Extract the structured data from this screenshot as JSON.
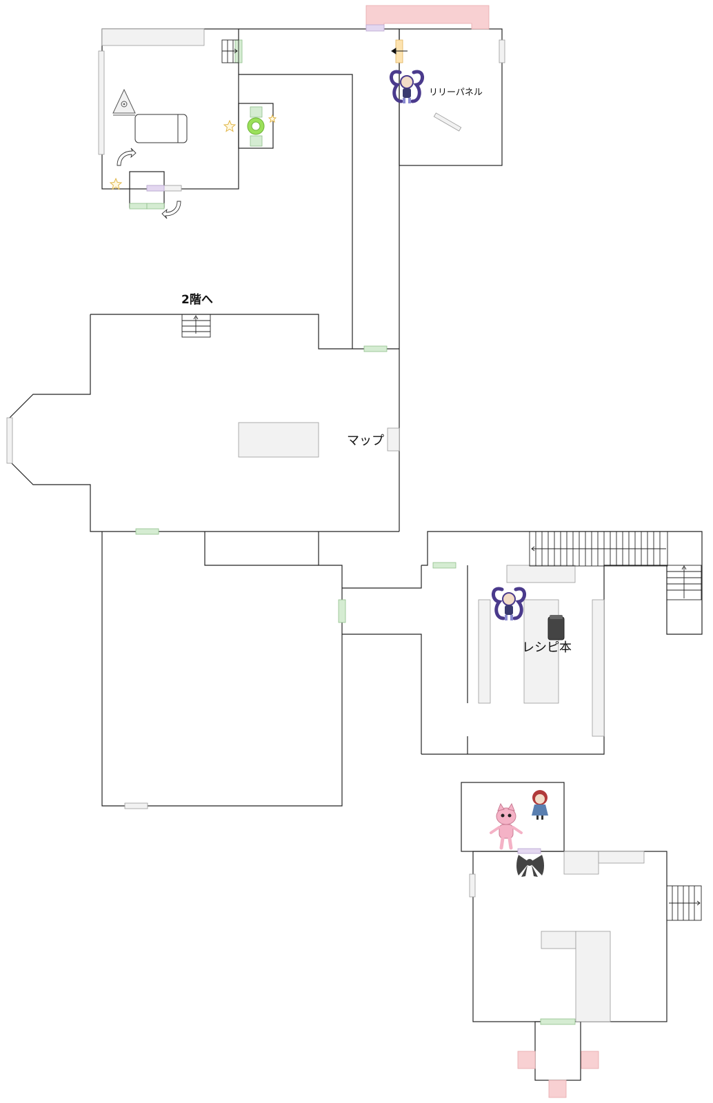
{
  "labels": {
    "lily_panel": "リリーパネル",
    "stairs_up": "2階へ",
    "map": "マップ",
    "recipe_book": "レシピ本"
  },
  "colors": {
    "wall": "#222222",
    "furniture_fill": "#f2f2f2",
    "furniture_stroke": "#999999",
    "door_green": "#d5ecd2",
    "door_green_stroke": "#8fbf8a",
    "door_purple": "#e3d7f0",
    "door_orange": "#fde3b0",
    "red_zone": "#f8d0d2",
    "star": "#f0d37a",
    "bow": "#444444",
    "character_purple": "#4a3a8c",
    "character_pink": "#f4b2c6",
    "character_red": "#b03a3a"
  },
  "icons": [
    "triangle-camera-icon",
    "rotate-arrow-icon",
    "star-icon",
    "green-ring-icon",
    "book-icon",
    "bow-icon",
    "stairs-icon",
    "character-icon"
  ]
}
